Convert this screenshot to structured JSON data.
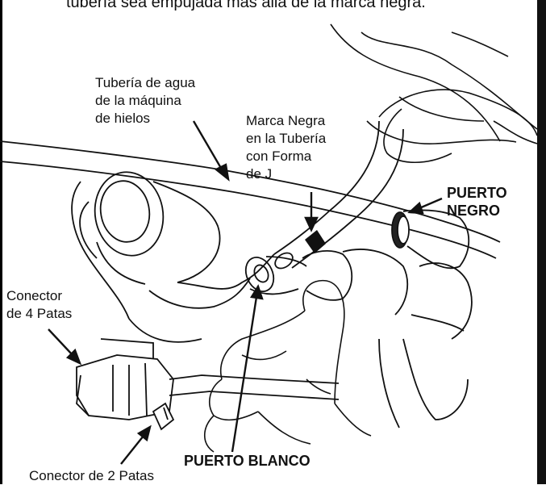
{
  "caption": "tubería sea empujada más allá de la marca negra.",
  "labels": {
    "water_line": [
      "Tubería de agua",
      "de la máquina",
      "de hielos"
    ],
    "black_mark": [
      "Marca Negra",
      "en la Tubería",
      "con Forma",
      "de J"
    ],
    "black_port": [
      "PUERTO",
      "NEGRO"
    ],
    "connector_4": [
      "Conector",
      "de 4 Patas"
    ],
    "connector_2": "Conector de 2 Patas",
    "white_port": "PUERTO BLANCO"
  },
  "colors": {
    "ink": "#111111",
    "border": "#000000",
    "background": "#ffffff"
  }
}
